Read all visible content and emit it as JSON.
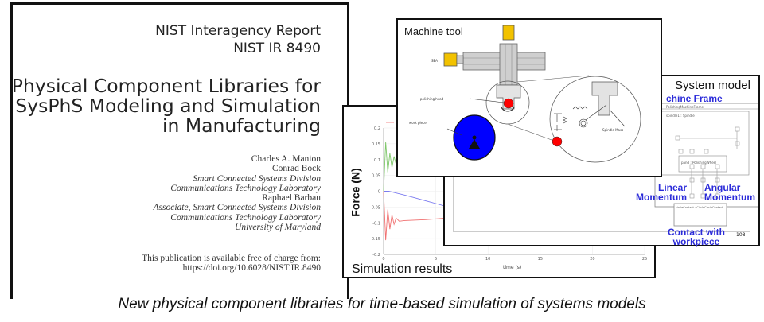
{
  "cover": {
    "series": "NIST Interagency Report",
    "number": "NIST IR 8490",
    "title_lines": [
      "Physical Component Libraries for",
      "SysPhS Modeling and Simulation",
      "in Manufacturing"
    ],
    "authors": [
      {
        "text": "Charles A. Manion",
        "italic": false
      },
      {
        "text": "Conrad Bock",
        "italic": false
      },
      {
        "text": "Smart Connected Systems Division",
        "italic": true
      },
      {
        "text": "Communications Technology Laboratory",
        "italic": true
      },
      {
        "text": "Raphael Barbau",
        "italic": false
      },
      {
        "text": "Associate, Smart Connected Systems Division",
        "italic": true
      },
      {
        "text": "Communications Technology Laboratory",
        "italic": true
      },
      {
        "text": "University of Maryland",
        "italic": true
      }
    ],
    "availability": "This publication is available free of charge from:",
    "doi": "https://doi.org/10.6028/NIST.IR.8490"
  },
  "simulation": {
    "caption": "Simulation results",
    "chart_data": {
      "type": "line",
      "xlabel": "time (s)",
      "ylabel": "Force (N)",
      "xlim": [
        0,
        25
      ],
      "ylim": [
        -0.2,
        0.2
      ],
      "xticks": [
        0,
        5,
        10,
        15,
        20,
        25
      ],
      "yticks": [
        0.2,
        0.15,
        0.1,
        0.05,
        0,
        -0.05,
        -0.1,
        -0.15,
        -0.2
      ],
      "grid": true,
      "series": [
        {
          "color": "#7fc76a",
          "x": [
            0,
            0.2,
            0.4,
            0.6,
            0.8,
            1.0,
            1.2,
            1.5,
            2.0,
            3.0
          ],
          "y": [
            0,
            0.155,
            0.06,
            0.12,
            0.075,
            0.11,
            0.085,
            0.1,
            0.095,
            0.095
          ]
        },
        {
          "color": "#7b7bf0",
          "x": [
            0,
            0.5,
            1,
            2,
            3,
            4,
            5,
            6
          ],
          "y": [
            0,
            0,
            -0.004,
            -0.012,
            -0.021,
            -0.03,
            -0.039,
            -0.048
          ]
        },
        {
          "color": "#f07070",
          "x": [
            0,
            0.2,
            0.4,
            0.6,
            0.8,
            1.0,
            1.2,
            1.5,
            2.0,
            4.0,
            6.0
          ],
          "y": [
            0,
            -0.155,
            -0.058,
            -0.12,
            -0.075,
            -0.105,
            -0.085,
            -0.095,
            -0.093,
            -0.09,
            -0.085
          ]
        }
      ]
    }
  },
  "system_model": {
    "title": "System model",
    "machine_frame": "chine Frame",
    "linear_momentum": [
      "Linear",
      "Momentum"
    ],
    "angular_momentum": [
      "Angular",
      "Momentum"
    ],
    "contact": [
      "Contact with",
      "workpiece"
    ],
    "page_number": "108",
    "blocks": [
      "PolishingMachineFrame",
      "spindle1 : Spindle",
      "pand : PolishingWheel",
      "circleContact : CircleCircleContact"
    ],
    "colors": {
      "label": "#2b2bd9"
    }
  },
  "machine_tool": {
    "title": "Machine tool",
    "labels": {
      "sea": "SEA",
      "polishing_head": "polishing head",
      "work_piece": "work piece",
      "spindle_mass": "Spindle Mass"
    },
    "colors": {
      "actuator": "#f2c200",
      "workpiece": "#0000ff",
      "contact": "#ff0000",
      "rail": "#cfcfcf"
    }
  },
  "caption": "New physical component libraries for time-based simulation of systems models"
}
